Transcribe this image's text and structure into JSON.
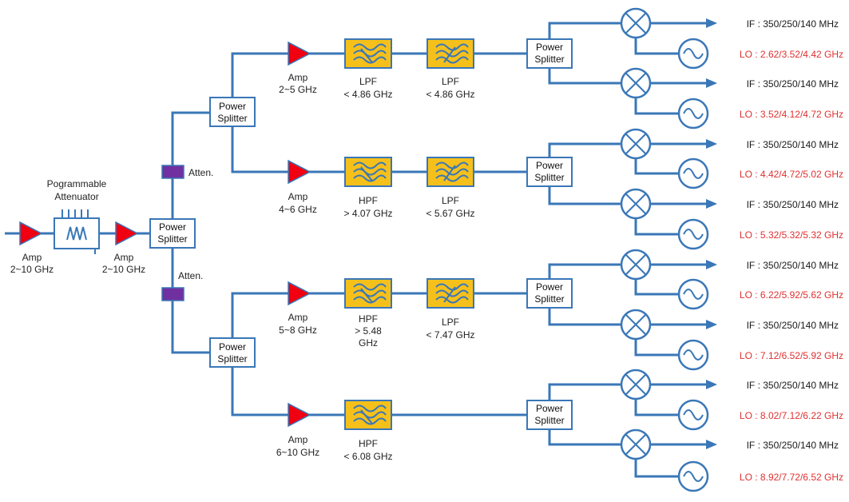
{
  "input_amp": {
    "name": "Amp",
    "freq": "2~10 GHz"
  },
  "prog_atten": {
    "line1": "Pogrammable",
    "line2": "Attenuator"
  },
  "second_amp": {
    "name": "Amp",
    "freq": "2~10 GHz"
  },
  "power_splitter": {
    "line1": "Power",
    "line2": "Splitter"
  },
  "atten_label": "Atten.",
  "branches": [
    {
      "amp_name": "Amp",
      "amp_freq": "2~5 GHz",
      "filter1": {
        "name": "LPF",
        "spec": "< 4.86 GHz"
      },
      "filter2": {
        "name": "LPF",
        "spec": "< 4.86 GHz"
      }
    },
    {
      "amp_name": "Amp",
      "amp_freq": "4~6 GHz",
      "filter1": {
        "name": "HPF",
        "spec": "> 4.07 GHz"
      },
      "filter2": {
        "name": "LPF",
        "spec": "< 5.67 GHz"
      }
    },
    {
      "amp_name": "Amp",
      "amp_freq": "5~8 GHz",
      "filter1": {
        "name": "HPF",
        "spec": "> 5.48",
        "spec2": "GHz"
      },
      "filter2": {
        "name": "LPF",
        "spec": "< 7.47 GHz"
      }
    },
    {
      "amp_name": "Amp",
      "amp_freq": "6~10 GHz",
      "filter1": {
        "name": "HPF",
        "spec": "< 6.08 GHz"
      }
    }
  ],
  "outputs": [
    {
      "if": "IF : 350/250/140 MHz",
      "lo": "LO : 2.62/3.52/4.42 GHz"
    },
    {
      "if": "IF : 350/250/140 MHz",
      "lo": "LO : 3.52/4.12/4.72 GHz"
    },
    {
      "if": "IF : 350/250/140 MHz",
      "lo": "LO : 4.42/4.72/5.02 GHz"
    },
    {
      "if": "IF : 350/250/140 MHz",
      "lo": "LO : 5.32/5.32/5.32 GHz"
    },
    {
      "if": "IF : 350/250/140 MHz",
      "lo": "LO : 6.22/5.92/5.62 GHz"
    },
    {
      "if": "IF : 350/250/140 MHz",
      "lo": "LO : 7.12/6.52/5.92 GHz"
    },
    {
      "if": "IF : 350/250/140 MHz",
      "lo": "LO : 8.02/7.12/6.22 GHz"
    },
    {
      "if": "IF : 350/250/140 MHz",
      "lo": "LO : 8.92/7.72/6.52 GHz"
    }
  ],
  "colors": {
    "wire": "#3a77b7",
    "amp": "#f00010",
    "filter": "#f6c01b",
    "attenuator": "#7030a0",
    "lo_text": "#e03030"
  }
}
